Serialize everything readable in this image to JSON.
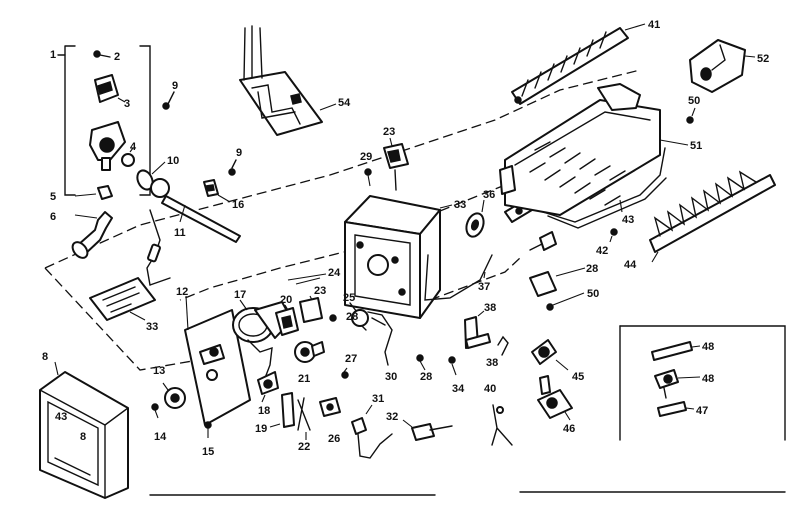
{
  "diagram": {
    "callouts": {
      "p1": "1",
      "p2": "2",
      "p3": "3",
      "p4": "4",
      "p5": "5",
      "p6": "6",
      "p8": "8",
      "p9a": "9",
      "p9b": "9",
      "p10": "10",
      "p11": "11",
      "p12": "12",
      "p13": "13",
      "p14": "14",
      "p15": "15",
      "p16": "16",
      "p17": "17",
      "p18": "18",
      "p19": "19",
      "p20": "20",
      "p21": "21",
      "p22": "22",
      "p23a": "23",
      "p23b": "23",
      "p24": "24",
      "p25": "25",
      "p26": "26",
      "p27": "27",
      "p28a": "28",
      "p28b": "28",
      "p28c": "28",
      "p29": "29",
      "p30": "30",
      "p31": "31",
      "p32": "32",
      "p33a": "33",
      "p33b": "33",
      "p34": "34",
      "p36": "36",
      "p37": "37",
      "p38a": "38",
      "p38b": "38",
      "p40": "40",
      "p41": "41",
      "p42": "42",
      "p43": "43",
      "p44": "44",
      "p45": "45",
      "p46": "46",
      "p47": "47",
      "p48a": "48",
      "p48b": "48",
      "p50a": "50",
      "p50b": "50",
      "p51": "51",
      "p52": "52",
      "p54": "54"
    },
    "colors": {
      "ink": "#111111",
      "paper": "#ffffff"
    }
  }
}
